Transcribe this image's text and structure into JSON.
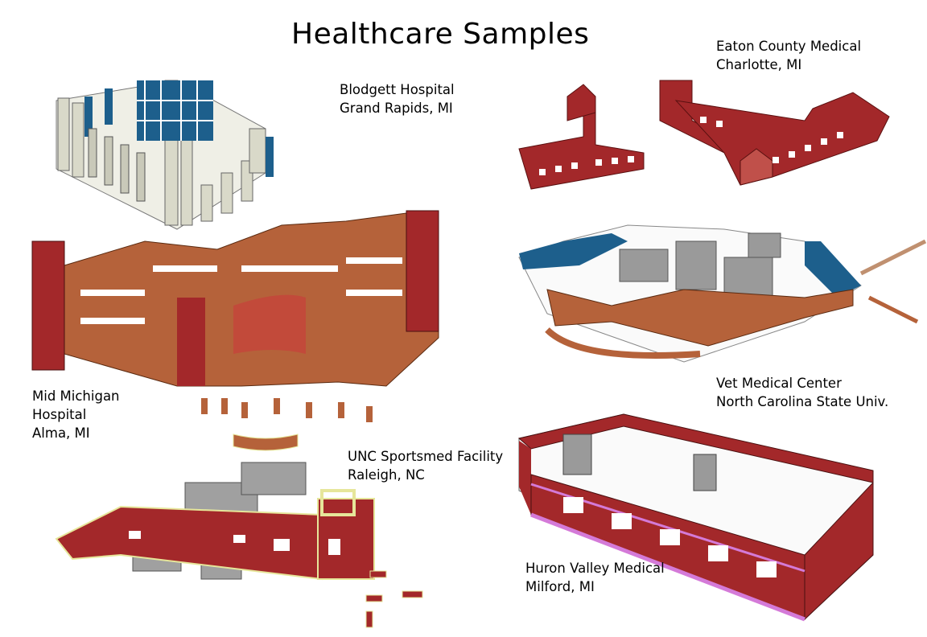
{
  "title": "Healthcare Samples",
  "samples": [
    {
      "name": "Blodgett Hospital",
      "location": "Grand Rapids, MI"
    },
    {
      "name": "Eaton County Medical",
      "location": "Charlotte, MI"
    },
    {
      "line1": "Mid Michigan",
      "line2": "Hospital",
      "location": "Alma, MI"
    },
    {
      "name": "Vet Medical Center",
      "location": "North Carolina State Univ."
    },
    {
      "name": "UNC Sportsmed Facility",
      "location": "Raleigh, NC"
    },
    {
      "name": "Huron Valley Medical",
      "location": "Milford, MI"
    }
  ],
  "colors": {
    "blue": "#1d5f8c",
    "stone": "#d9d9c9",
    "brick": "#a3282a",
    "terracotta": "#b5623a",
    "gray": "#9a9a9a",
    "magenta": "#d47ad8",
    "yellow": "#e6e69a"
  }
}
